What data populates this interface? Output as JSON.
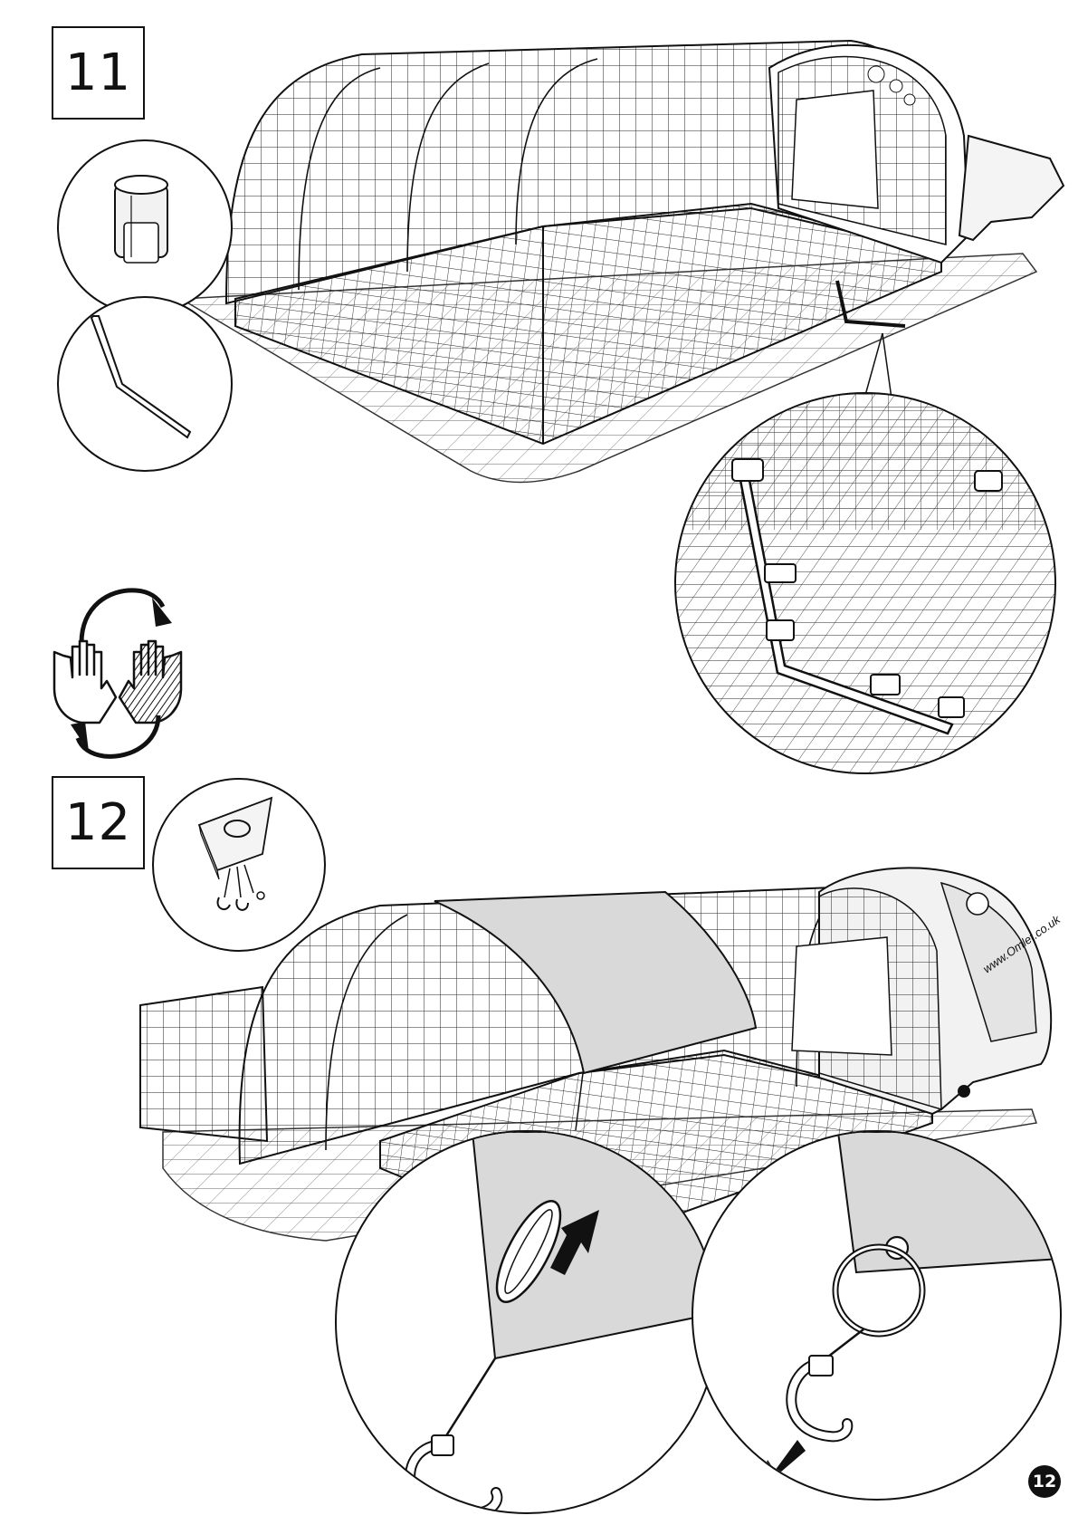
{
  "steps": [
    {
      "number": "11"
    },
    {
      "number": "12"
    }
  ],
  "page": {
    "number": "12"
  },
  "brand": {
    "logo_text": "Omlet",
    "url_text": "www.Omlet.co.uk"
  },
  "illustrations": {
    "step11": [
      "coop-run-assembly-drawing",
      "clip-detail",
      "bent-rod-detail",
      "ground-peg-detail"
    ],
    "step12": [
      "cover-pack-detail",
      "coop-run-cover-drawing",
      "hook-into-eyelet-detail",
      "hook-pull-down-detail"
    ]
  },
  "icons": [
    "swap-hands-icon",
    "arrow-up-icon",
    "arrow-down-icon"
  ],
  "colors": {
    "ink": "#111111",
    "cover": "#d9d9d9",
    "paper": "#ffffff"
  }
}
